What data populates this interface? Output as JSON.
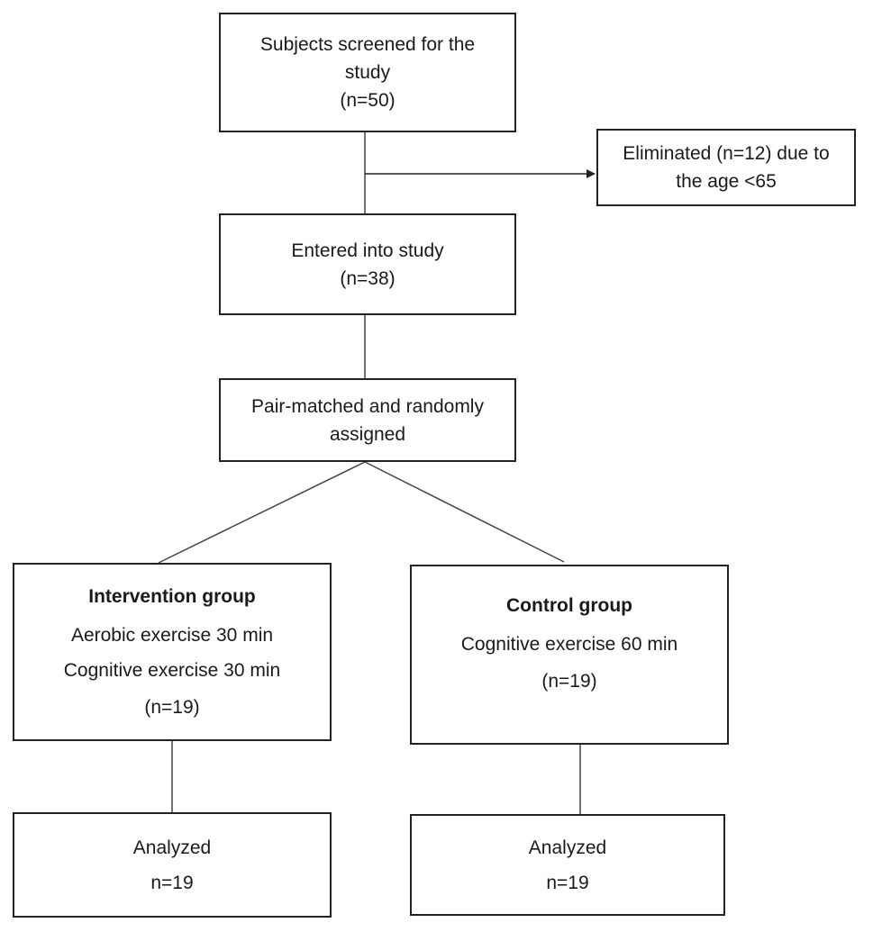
{
  "boxes": {
    "screened": {
      "line1": "Subjects screened for the",
      "line2": "study",
      "count": "(n=50)"
    },
    "eliminated": {
      "line1": "Eliminated (n=12) due to",
      "line2": "the age <65"
    },
    "entered": {
      "line1": "Entered into study",
      "count": "(n=38)"
    },
    "paired": {
      "line1": "Pair-matched and randomly",
      "line2": "assigned"
    },
    "intervention": {
      "title": "Intervention group",
      "line1": "Aerobic exercise 30 min",
      "line2": "Cognitive exercise 30 min",
      "count": "(n=19)"
    },
    "control": {
      "title": "Control group",
      "line1": "Cognitive exercise 60 min",
      "count": "(n=19)"
    },
    "analyzed_left": {
      "line1": "Analyzed",
      "count": "n=19"
    },
    "analyzed_right": {
      "line1": "Analyzed",
      "count": "n=19"
    }
  },
  "colors": {
    "box_border": "#222222",
    "connector": "#444444",
    "text": "#1a1a1a"
  }
}
